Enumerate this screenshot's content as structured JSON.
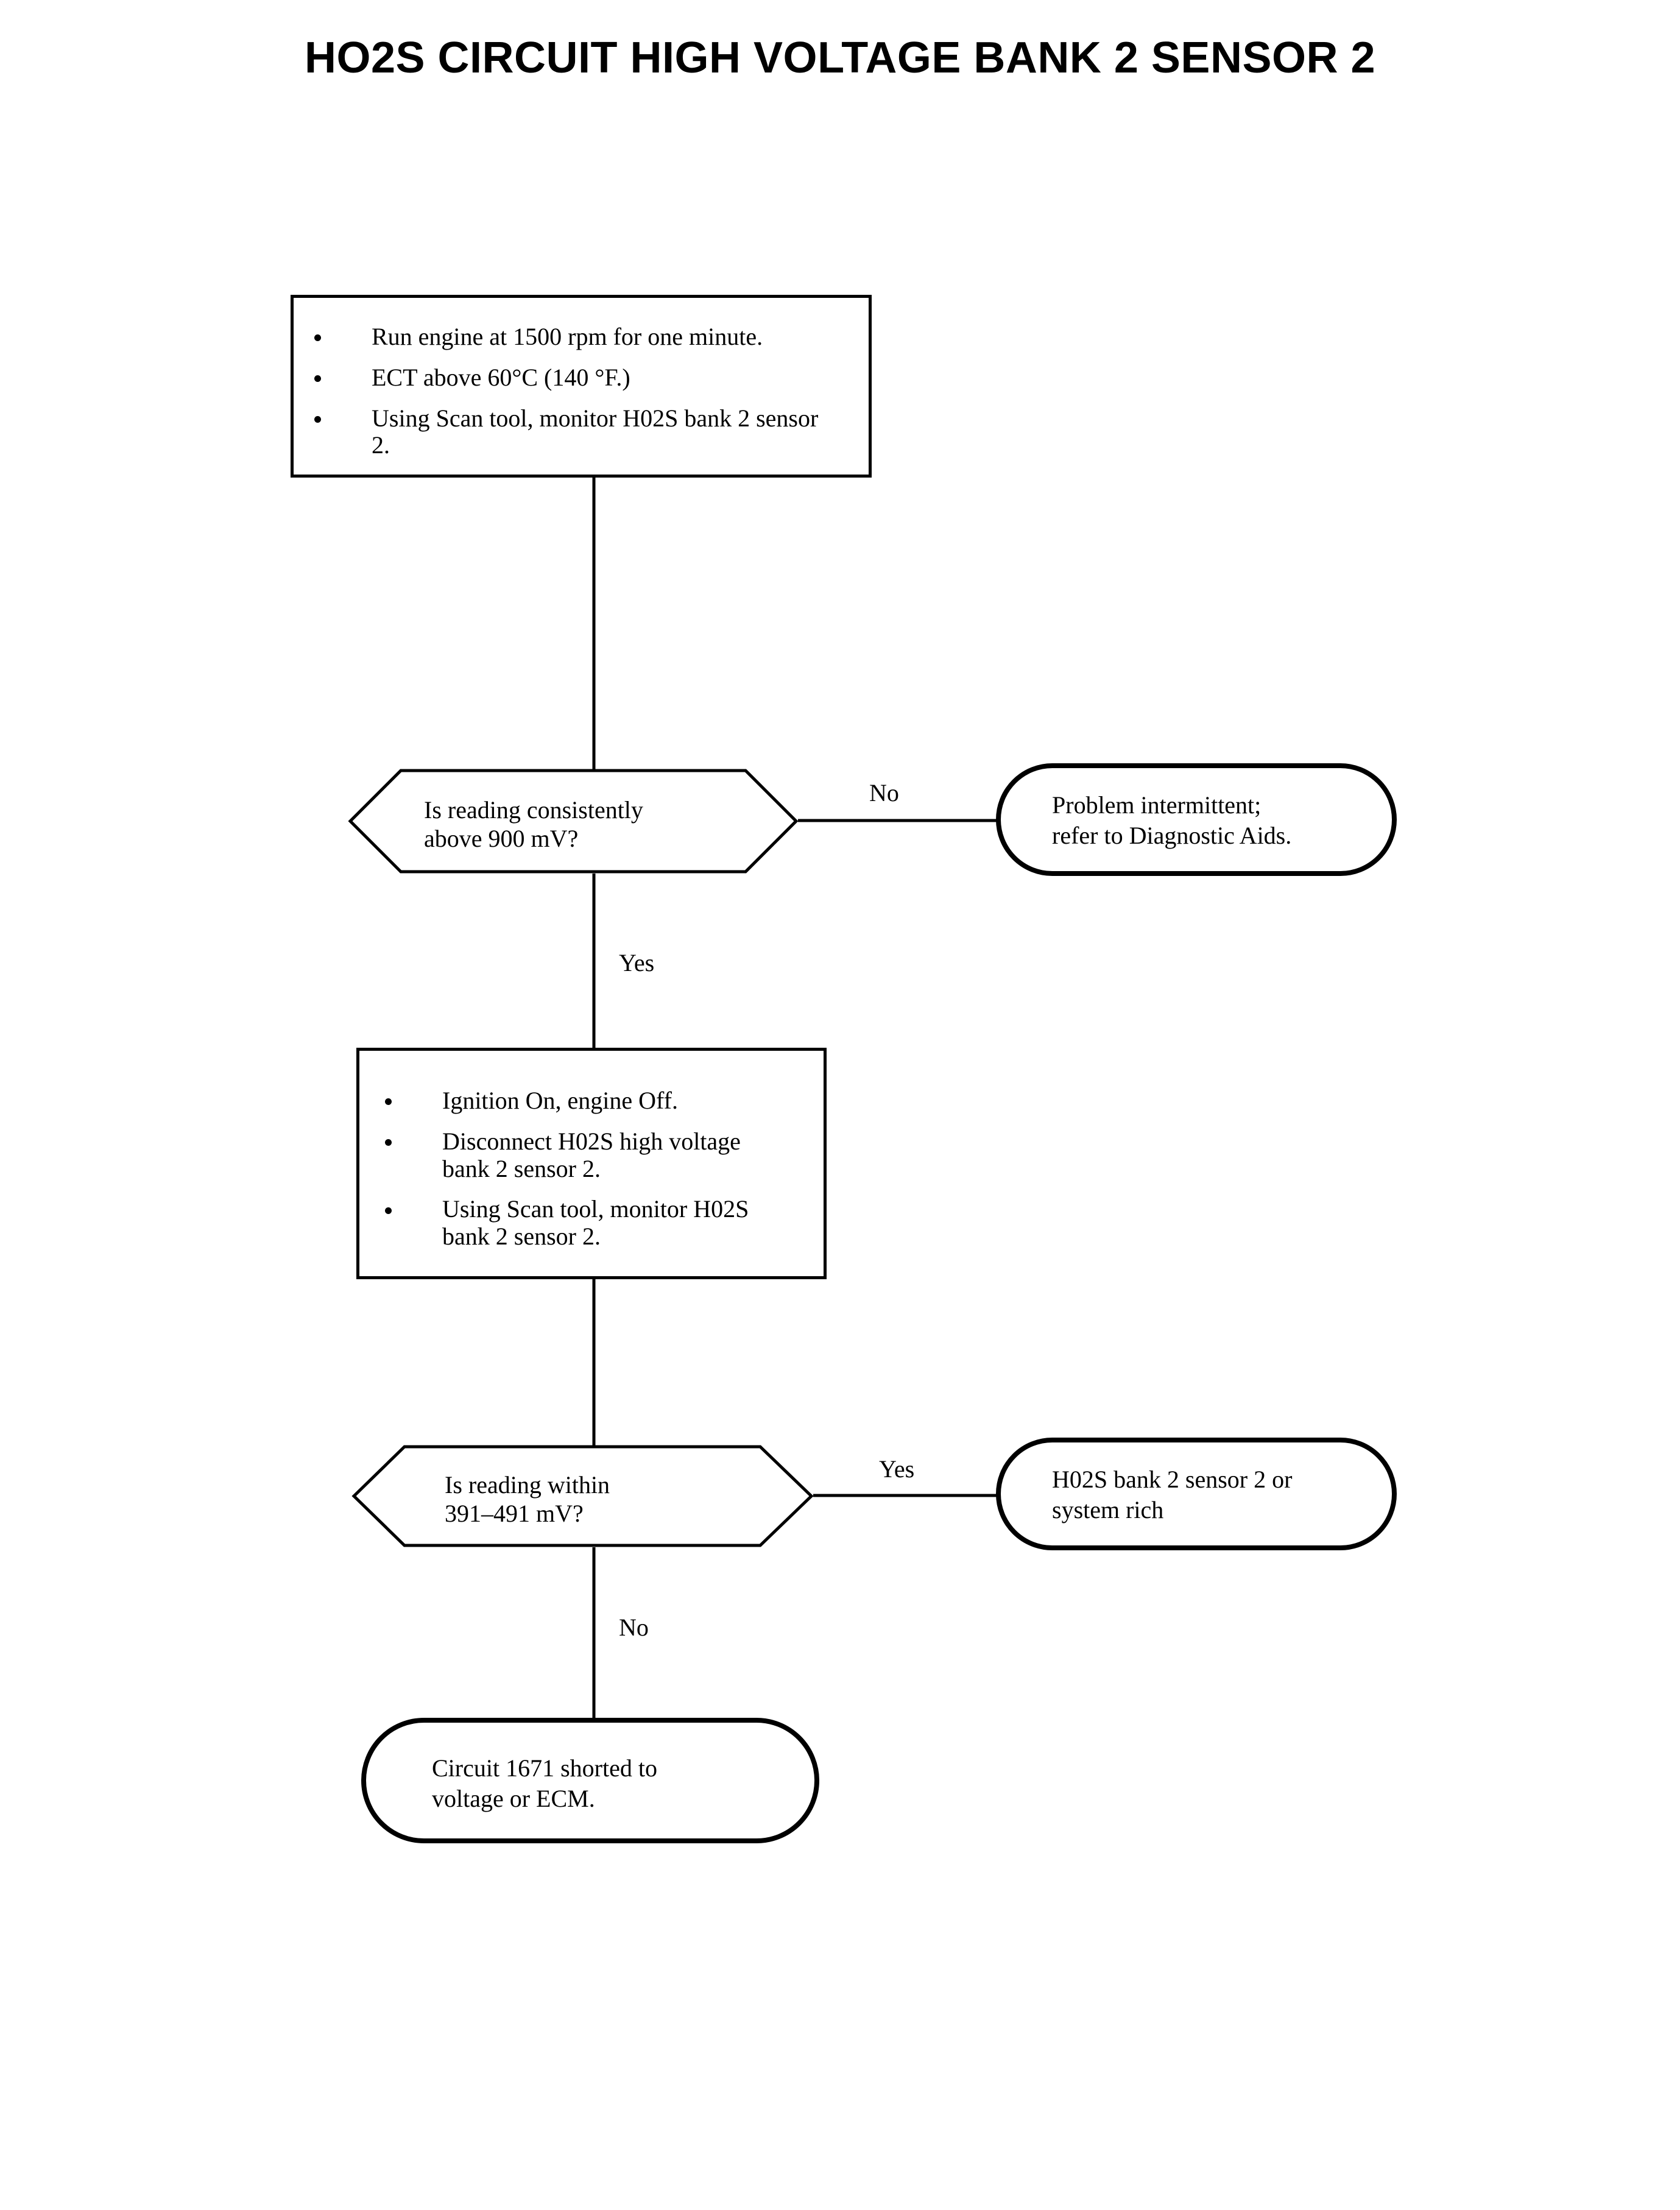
{
  "page": {
    "title": "HO2S CIRCUIT HIGH VOLTAGE BANK 2 SENSOR 2",
    "background_color": "#ffffff",
    "ink_color": "#000000"
  },
  "flowchart": {
    "type": "diagnostic-flowchart",
    "nodes": {
      "step1": {
        "shape": "process-rectangle",
        "bullets": [
          "Run engine at 1500 rpm for one minute.",
          "ECT above 60°C (140 °F.)",
          "Using Scan tool, monitor H02S bank 2 sensor 2."
        ]
      },
      "decision1": {
        "shape": "hexagon",
        "text": "Is reading consistently\nabove 900 mV?"
      },
      "terminal1": {
        "shape": "stadium",
        "text": "Problem intermittent;\nrefer to Diagnostic Aids."
      },
      "step2": {
        "shape": "process-rectangle",
        "bullets": [
          "Ignition On, engine Off.",
          "Disconnect H02S high voltage bank 2 sensor 2.",
          "Using Scan tool, monitor H02S bank 2 sensor 2."
        ]
      },
      "decision2": {
        "shape": "hexagon",
        "text": "Is reading within\n391–491 mV?"
      },
      "terminal2": {
        "shape": "stadium",
        "text": "H02S bank 2 sensor 2 or\nsystem rich"
      },
      "terminal3": {
        "shape": "stadium",
        "text": "Circuit 1671 shorted to\nvoltage or ECM."
      }
    },
    "edge_labels": {
      "decision1_no": "No",
      "decision1_yes": "Yes",
      "decision2_yes": "Yes",
      "decision2_no": "No"
    }
  }
}
